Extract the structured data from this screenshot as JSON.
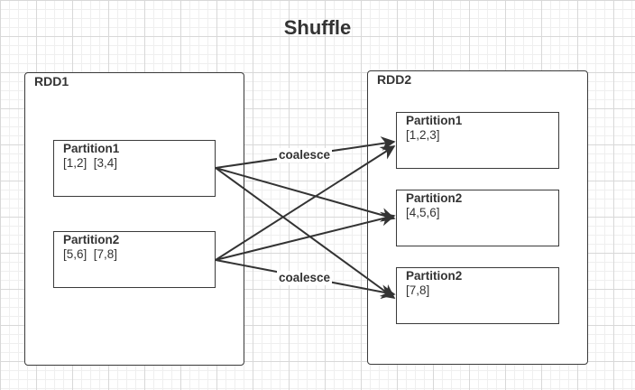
{
  "title": "Shuffle",
  "rdd1": {
    "label": "RDD1",
    "partitions": [
      {
        "name": "Partition1",
        "data": "[1,2]  [3,4]"
      },
      {
        "name": "Partition2",
        "data": "[5,6]  [7,8]"
      }
    ]
  },
  "rdd2": {
    "label": "RDD2",
    "partitions": [
      {
        "name": "Partition1",
        "data": "[1,2,3]"
      },
      {
        "name": "Partition2",
        "data": "[4,5,6]"
      },
      {
        "name": "Partition2",
        "data": "[7,8]"
      }
    ]
  },
  "edge_labels": [
    "coalesce",
    "coalesce"
  ],
  "colors": {
    "stroke": "#333333",
    "text": "#333333"
  }
}
